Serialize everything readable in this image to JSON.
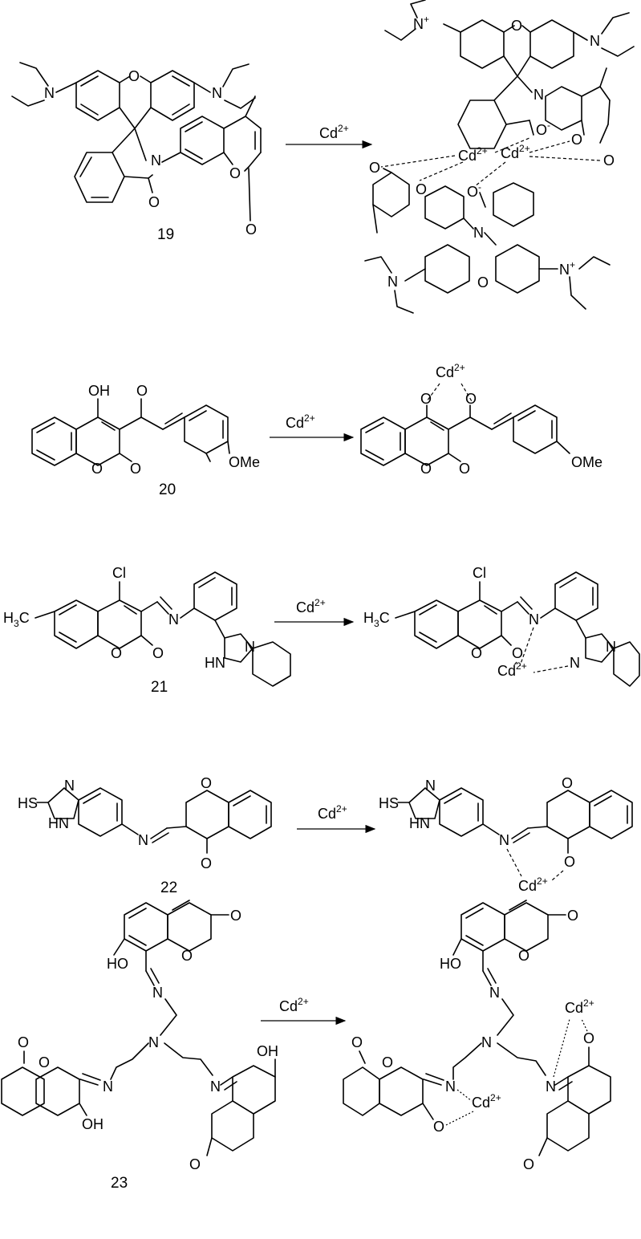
{
  "reagent": "Cd",
  "reagent_charge": "2+",
  "compounds": [
    {
      "number": "19"
    },
    {
      "number": "20"
    },
    {
      "number": "21"
    },
    {
      "number": "22"
    },
    {
      "number": "23"
    }
  ],
  "atoms": {
    "N": "N",
    "N_plus": "N",
    "plus": "+",
    "O": "O",
    "O_minus": "O",
    "minus": "-",
    "OH": "OH",
    "HO": "HO",
    "Cl": "Cl",
    "H3C_H": "H",
    "H3C_3": "3",
    "H3C_C": "C",
    "HN": "HN",
    "HS": "HS",
    "OMe": "OMe"
  }
}
